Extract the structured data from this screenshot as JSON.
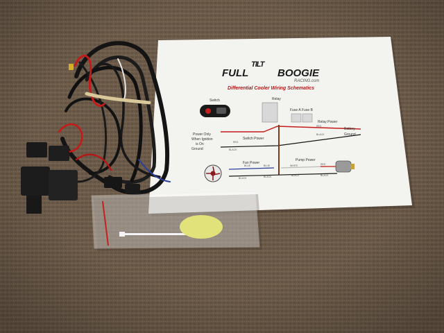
{
  "sheet": {
    "logo_full": "FULL",
    "logo_tilt": "TILT",
    "logo_boogie": "BOOGIE",
    "logo_racing": "RACING.com",
    "title": "Differential Cooler Wiring Schematics",
    "labels": {
      "switch": "Switch",
      "relay": "Relay",
      "fuse_a": "Fuse A",
      "fuse_b": "Fuse B",
      "relay_power": "Relay Power",
      "battery": "Battery",
      "ground_right": "Ground",
      "power_only": "Power Only",
      "when_ignition": "When Ignition",
      "is_on": "is On",
      "ground_left": "Ground",
      "switch_power": "Switch Power",
      "fan_power": "Fan Power",
      "pump_power": "Pump Power"
    },
    "wires": {
      "red": "RED",
      "black": "BLACK",
      "blue": "BLUE",
      "white": "WHITE"
    }
  },
  "colors": {
    "carpet": "#6b5a4a",
    "paper": "#f3f3f0",
    "wire_black": "#141414",
    "wire_red": "#c41a1a",
    "relay_black": "#1c1c1c",
    "pad_yellow": "#e2e27a"
  }
}
